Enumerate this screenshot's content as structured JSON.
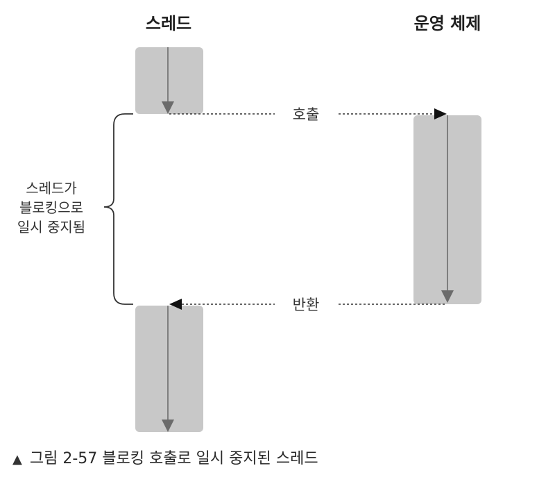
{
  "columns": {
    "thread": "스레드",
    "os": "운영 체제"
  },
  "messages": {
    "call": "호출",
    "return": "반환"
  },
  "brace_label": [
    "스레드가",
    "블로킹으로",
    "일시 중지됨"
  ],
  "caption": {
    "marker": "▲",
    "text": "그림 2-57 블로킹 호출로 일시 중지된 스레드"
  },
  "colors": {
    "block_fill": "#c8c8c8",
    "line": "#6b6b6b",
    "arrow_dark": "#111111"
  }
}
